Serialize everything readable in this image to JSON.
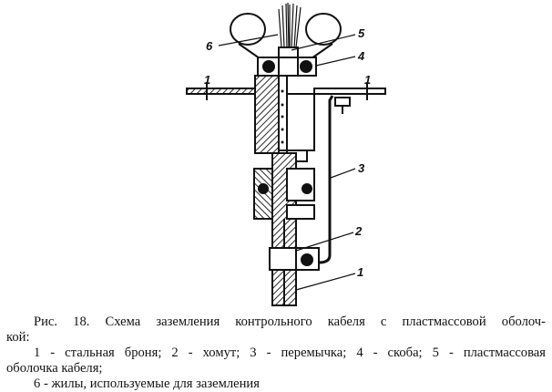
{
  "figure": {
    "labels": {
      "l1": "1",
      "l2": "2",
      "l3": "3",
      "l4": "4",
      "l5": "5",
      "l6": "6",
      "plate_left": "1",
      "plate_right": "1"
    }
  },
  "caption": {
    "title_line1": "Рис. 18. Схема заземления контрольного кабеля с пластмассовой оболоч-",
    "title_line2": "кой:",
    "legend_line1": "1 - стальная броня; 2 - хомут; 3 - перемычка; 4 - скоба; 5 - пластмассовая",
    "legend_line2": "оболочка кабеля;",
    "legend_line3": "6 - жилы, используемые для заземления"
  }
}
